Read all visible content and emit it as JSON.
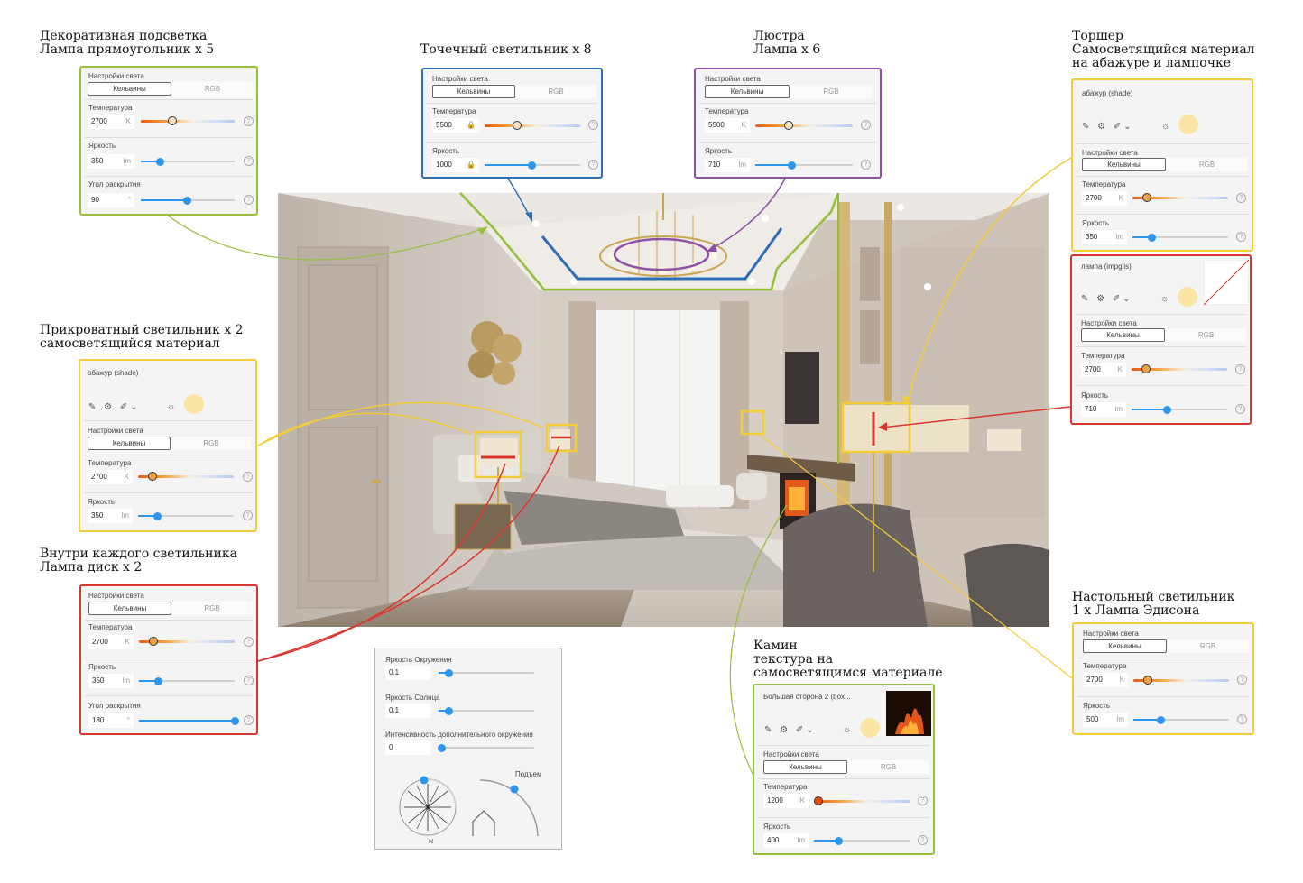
{
  "titles": {
    "decorative": "Декоративная подсветка\nЛампа прямоугольник х 5",
    "spot": "Точечный светильник х 8",
    "chandelier": "Люстра\nЛампа х 6",
    "floor_lamp": "Торшер\nСамосветящийся материал\nна абажуре и лампочке",
    "bedside": "Прикроватный светильник х 2\nсамосветящийся материал",
    "inside": "Внутри каждого светильника\nЛампа диск х 2",
    "desk": "Настольный светильник\n1 х Лампа Эдисона",
    "fireplace": "Камин\nтекстура на\nсамосветящимся материале"
  },
  "ui": {
    "light_settings": "Настройки света",
    "kelvin": "Кельвины",
    "rgb": "RGB",
    "temperature": "Температура",
    "brightness": "Яркость",
    "angle": "Угол раскрытия",
    "unit_k": "K",
    "unit_lm": "lm",
    "unit_deg": "°",
    "help": "?",
    "tool_icons": "✎ ⚙ ✐⌄",
    "sun_icon": "☼",
    "lock_icon": "🔒"
  },
  "panels": {
    "decorative": {
      "temperature": "2700",
      "brightness": "350",
      "angle": "90",
      "temp_pos": 0.34,
      "bright_pos": 0.2,
      "angle_pos": 0.49
    },
    "spot": {
      "temperature": "5500",
      "brightness": "1000",
      "temp_pos": 0.34,
      "bright_pos": 0.49
    },
    "chandelier": {
      "temperature": "5500",
      "brightness": "710",
      "temp_pos": 0.34,
      "bright_pos": 0.37
    },
    "floor_shade": {
      "material": "абажур (shade)",
      "temperature": "2700",
      "brightness": "350",
      "temp_pos": 0.15,
      "bright_pos": 0.2
    },
    "floor_bulb": {
      "material": "лампа (impglis)",
      "temperature": "2700",
      "brightness": "710",
      "temp_pos": 0.15,
      "bright_pos": 0.37
    },
    "bedside": {
      "material": "абажур (shade)",
      "temperature": "2700",
      "brightness": "350",
      "temp_pos": 0.15,
      "bright_pos": 0.2
    },
    "inside": {
      "temperature": "2700",
      "brightness": "350",
      "angle": "180",
      "temp_pos": 0.15,
      "bright_pos": 0.2,
      "angle_pos": 1.0
    },
    "desk": {
      "temperature": "2700",
      "brightness": "500",
      "temp_pos": 0.15,
      "bright_pos": 0.28
    },
    "fireplace": {
      "material": "Большая сторона 2 (box...",
      "temperature": "1200",
      "brightness": "400",
      "temp_pos": 0.05,
      "bright_pos": 0.25
    }
  },
  "environment": {
    "ambient_label": "Яркость Окружения",
    "ambient_value": "0.1",
    "ambient_pos": 0.1,
    "sun_label": "Яркость Солнца",
    "sun_value": "0.1",
    "sun_pos": 0.1,
    "extra_label": "Интенсивность дополнительного окружения",
    "extra_value": "0",
    "extra_pos": 0.03,
    "elevation_label": "Подъем",
    "compass_north": "N"
  },
  "colors": {
    "green": "#97bd3d",
    "blue": "#2f6db5",
    "purple": "#8d52a6",
    "yellow": "#f3cc3a",
    "red": "#d9372e",
    "slider": "#2f96ef"
  }
}
